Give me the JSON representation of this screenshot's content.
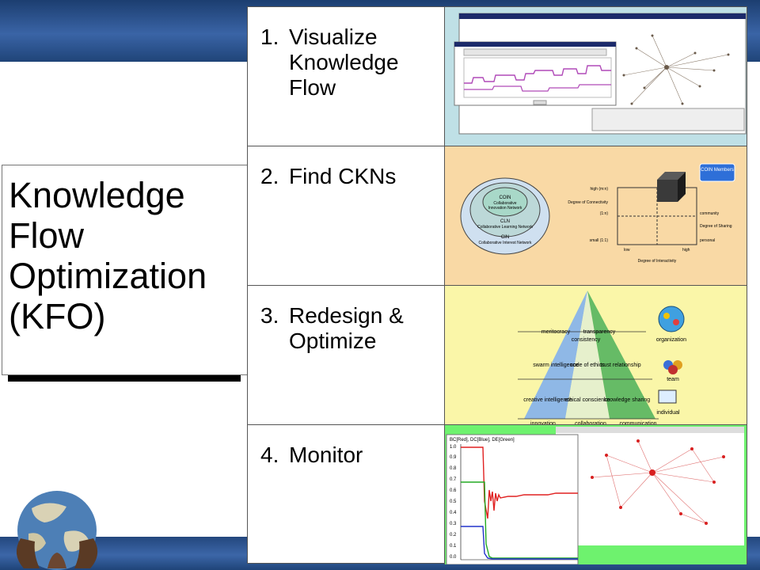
{
  "title_box": {
    "text": "Knowledge\nFlow\nOptimization\n(KFO)"
  },
  "colors": {
    "banner": "#2f5797",
    "row1_bg": "#bfe0e6",
    "row2_bg": "#f9d9a5",
    "row3_bg": "#faf6a8",
    "row4_bg": "#6ef26e"
  },
  "steps": [
    {
      "num": "1.",
      "label": "Visualize Knowledge Flow"
    },
    {
      "num": "2.",
      "label": "Find CKNs"
    },
    {
      "num": "3.",
      "label": "Redesign & Optimize"
    },
    {
      "num": "4.",
      "label": "Monitor"
    }
  ],
  "ckn": {
    "ellipse_labels": [
      "COIN",
      "Collaborative",
      "Innovation Network",
      "CLN",
      "Collaborative Learning Network",
      "CIN",
      "Collaborative Interest Network"
    ],
    "axis_y": "Degree of Connectivity",
    "axis_x": "Degree of Interactivity",
    "axis_right": "Degree of Sharing",
    "tick_high_y": "high (m:n)",
    "tick_mid_y": "(1:n)",
    "tick_low_y": "small (1:1)",
    "tick_low_x": "low",
    "tick_high_x": "high",
    "right_top": "community",
    "right_bottom": "personal",
    "callout": "COIN Members"
  },
  "pyramid": {
    "tier1": [
      "meritocracy",
      "transparency",
      "consistency"
    ],
    "tier2": [
      "swarm intelligence",
      "code of ethics",
      "trust relationship"
    ],
    "tier3": [
      "creative intelligence",
      "ethical conscience",
      "knowledge sharing"
    ],
    "base": [
      "innovation",
      "collaboration",
      "communication"
    ],
    "right": [
      "organization",
      "team",
      "individual"
    ]
  },
  "monitor": {
    "legend": "BC[Red], DC[Blue], DE[Green]",
    "yticks": [
      "1.0",
      "0.9",
      "0.8",
      "0.7",
      "0.6",
      "0.5",
      "0.4",
      "0.3",
      "0.2",
      "0.1",
      "0.0"
    ]
  }
}
